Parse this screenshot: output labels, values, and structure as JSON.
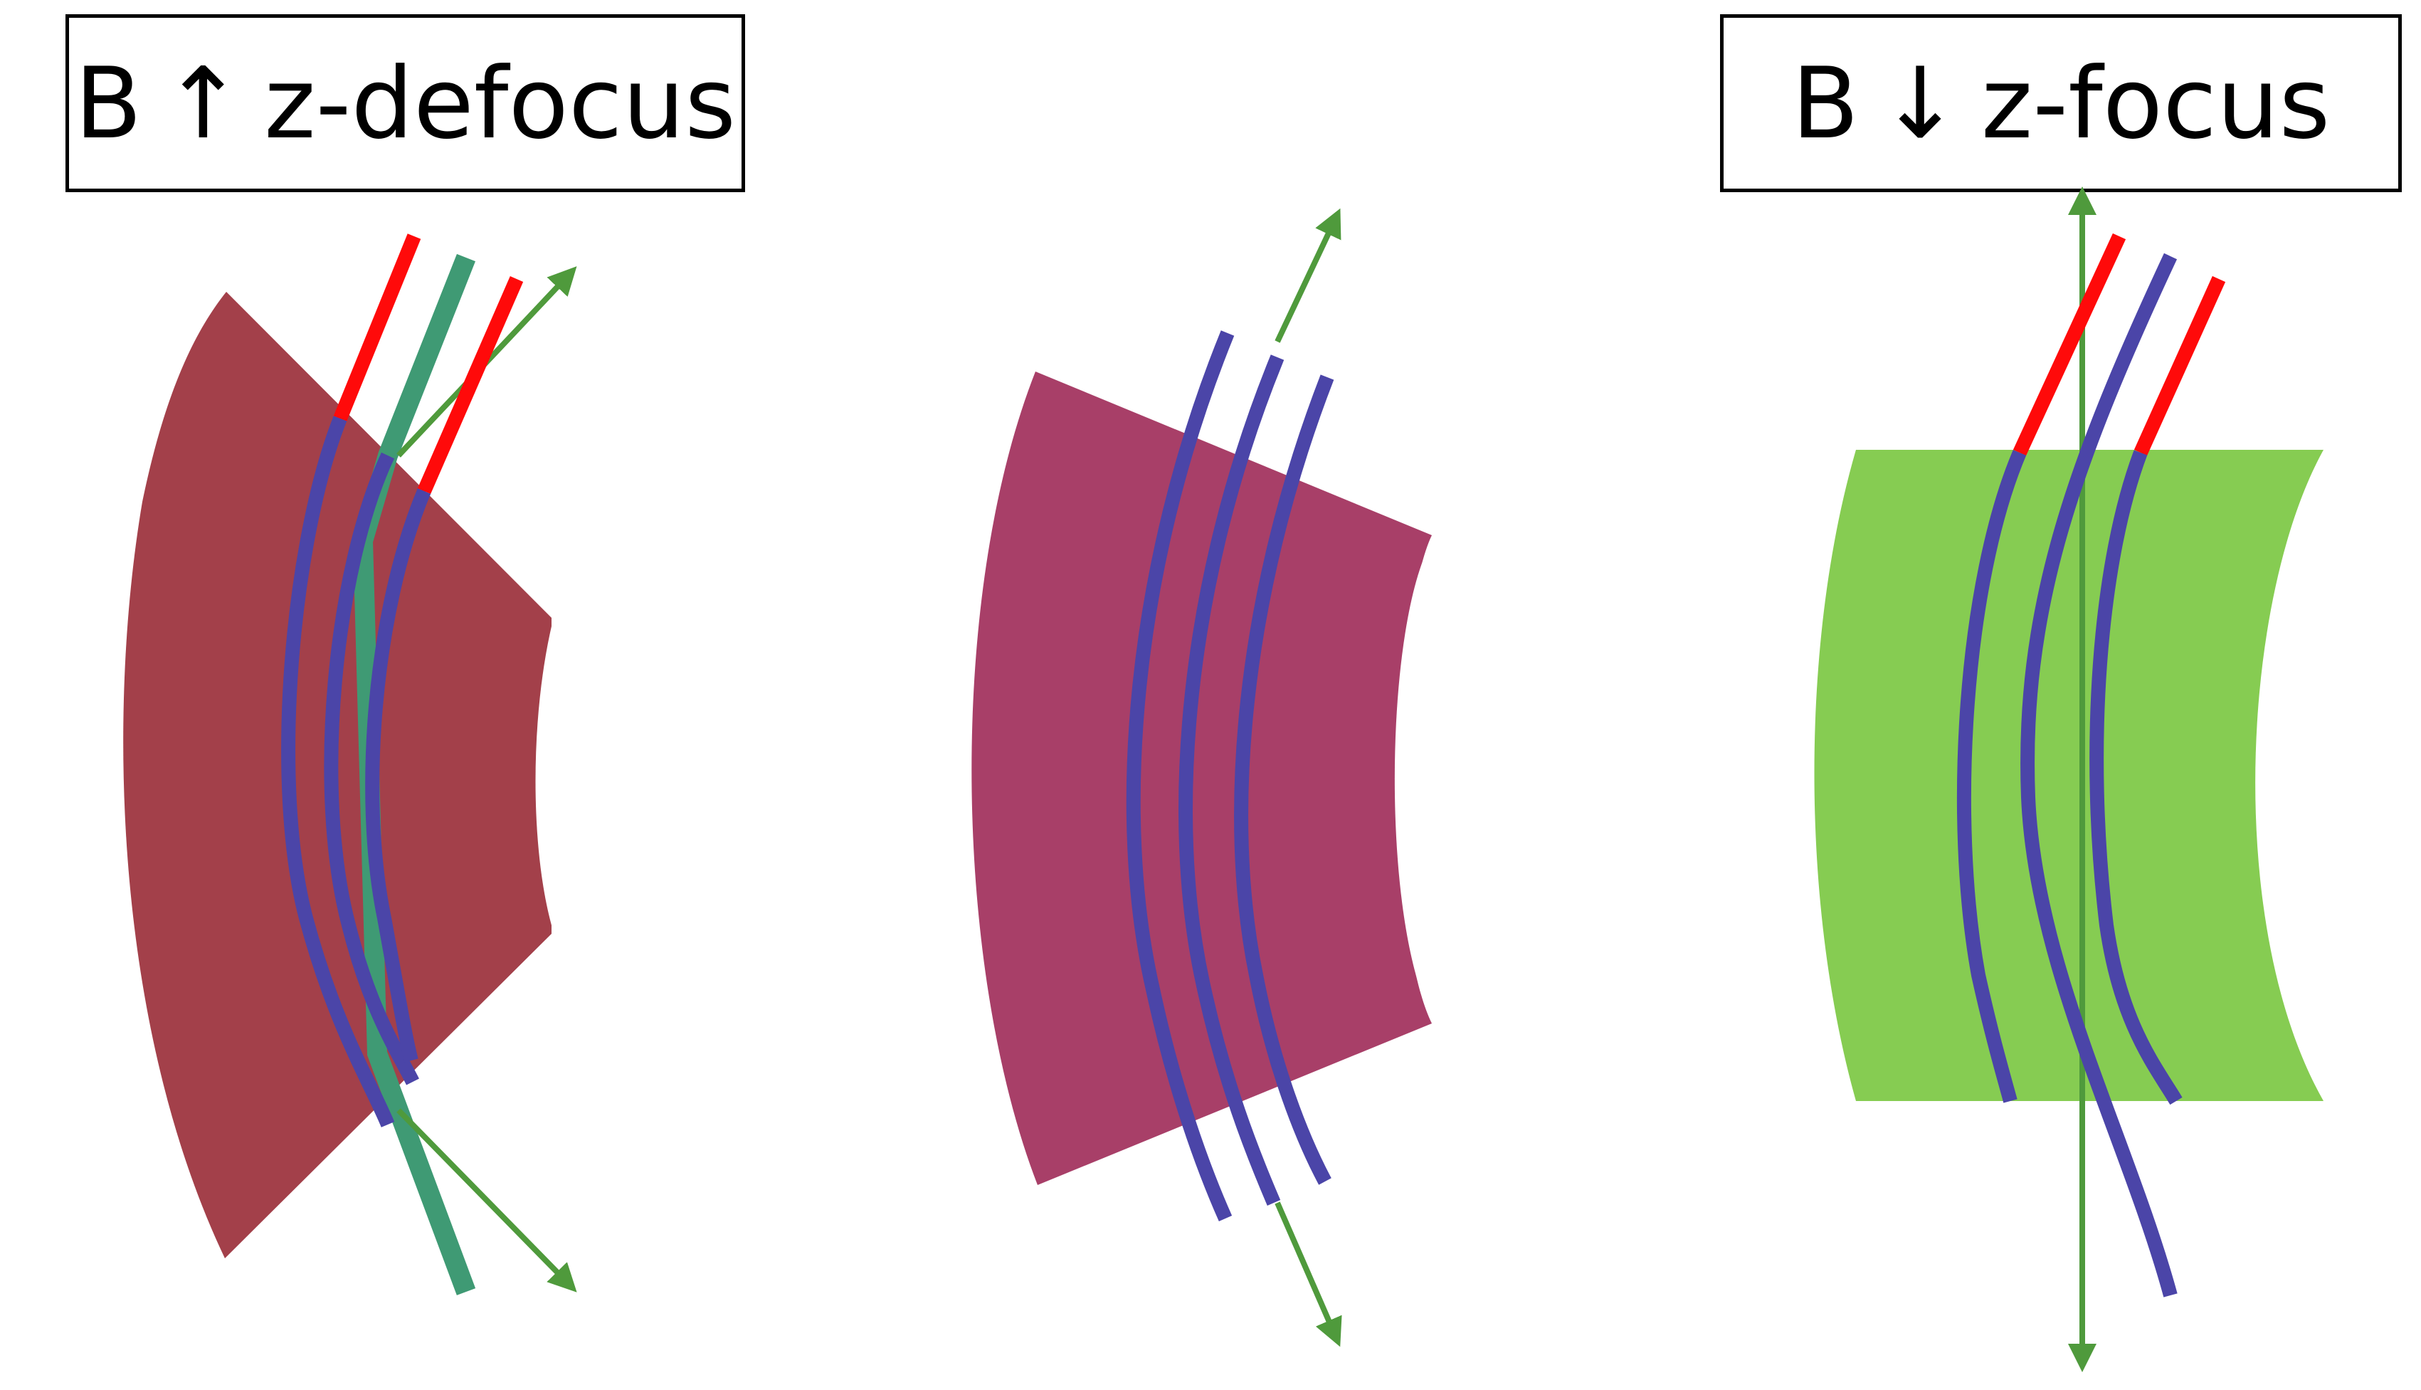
{
  "labels": {
    "left": {
      "field": "B",
      "arrow": "↑",
      "text": "z-defocus"
    },
    "right": {
      "field": "B",
      "arrow": "↓",
      "text": "z-focus"
    }
  },
  "colors": {
    "magnet_left": "#a3404a",
    "magnet_middle": "#a83f68",
    "magnet_right": "#86cc52",
    "beam_inside": "#4b45a8",
    "beam_outside": "#ff0a0a",
    "axis_arrow": "#4f9a3c",
    "axis_rod": "#3f9a74"
  },
  "panels": [
    {
      "name": "left",
      "magnet": "wedge-sector",
      "effect": "z-defocus"
    },
    {
      "name": "middle",
      "magnet": "sector",
      "effect": ""
    },
    {
      "name": "right",
      "magnet": "rectangular",
      "effect": "z-focus"
    }
  ]
}
